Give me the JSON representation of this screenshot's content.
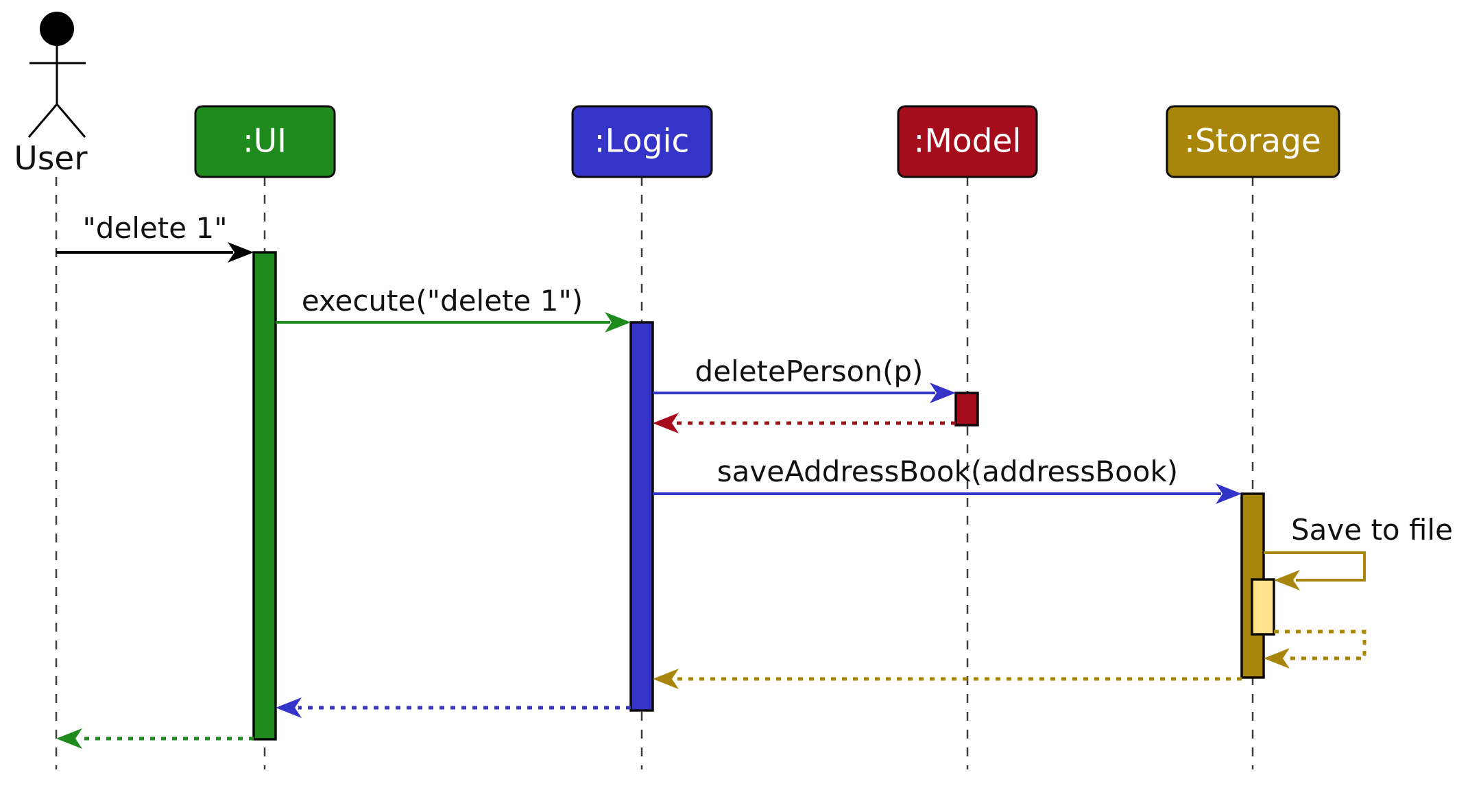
{
  "diagram": {
    "type": "uml-sequence-diagram",
    "actor": {
      "label": "User"
    },
    "lifelines": [
      {
        "id": "ui",
        "label": ":UI"
      },
      {
        "id": "logic",
        "label": ":Logic"
      },
      {
        "id": "model",
        "label": ":Model"
      },
      {
        "id": "storage",
        "label": ":Storage"
      }
    ],
    "messages": [
      {
        "label": "\"delete 1\"",
        "from": "User",
        "to": ":UI",
        "style": "solid"
      },
      {
        "label": "execute(\"delete 1\")",
        "from": ":UI",
        "to": ":Logic",
        "style": "solid"
      },
      {
        "label": "deletePerson(p)",
        "from": ":Logic",
        "to": ":Model",
        "style": "solid"
      },
      {
        "label": "",
        "from": ":Model",
        "to": ":Logic",
        "style": "dashed-return"
      },
      {
        "label": "saveAddressBook(addressBook)",
        "from": ":Logic",
        "to": ":Storage",
        "style": "solid"
      },
      {
        "label": "Save to file",
        "from": ":Storage",
        "to": ":Storage",
        "style": "self-call"
      },
      {
        "label": "",
        "from": ":Storage",
        "to": ":Storage",
        "style": "dashed-return-self"
      },
      {
        "label": "",
        "from": ":Storage",
        "to": ":Logic",
        "style": "dashed-return"
      },
      {
        "label": "",
        "from": ":Logic",
        "to": ":UI",
        "style": "dashed-return"
      },
      {
        "label": "",
        "from": ":UI",
        "to": "User",
        "style": "dashed-return"
      }
    ]
  },
  "colors": {
    "ui": "#1f8b1f",
    "logic": "#3534c8",
    "model": "#a50d1d",
    "storage": "#a8860b",
    "storage_nested": "#ffe28a",
    "black": "#000000",
    "white": "#ffffff"
  }
}
